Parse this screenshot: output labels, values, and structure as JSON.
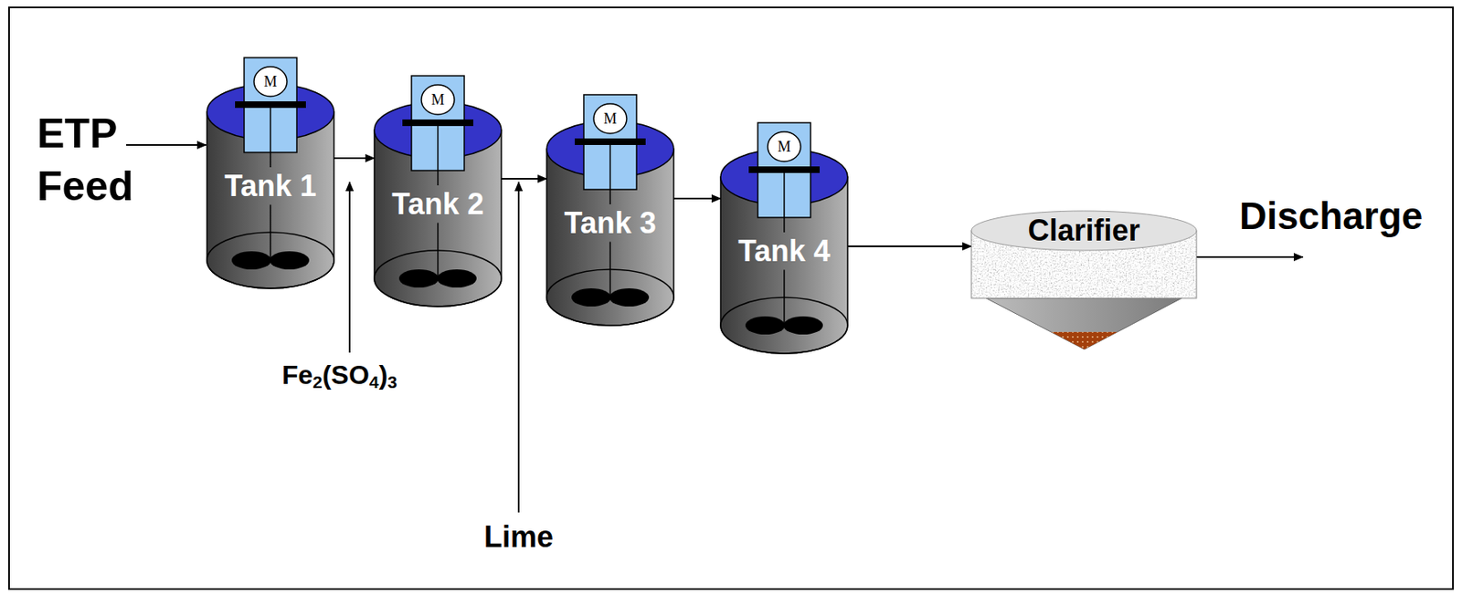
{
  "diagram": {
    "nodes": [
      {
        "text": [
          "Tank 1"
        ]
      },
      {
        "text": [
          "Tank 2"
        ]
      },
      {
        "text": [
          "Tank 3"
        ]
      },
      {
        "text": [
          "Tank 4"
        ]
      },
      {
        "text": [
          "Clarifier"
        ]
      }
    ],
    "edges": [
      {
        "from": 0,
        "to": 1,
        "arrow": "to"
      },
      {
        "from": 1,
        "to": 2,
        "arrow": "to"
      },
      {
        "from": 2,
        "to": 3,
        "arrow": "to"
      },
      {
        "from": 3,
        "to": 4,
        "arrow": "to"
      }
    ],
    "labels": [
      "ETP Feed",
      "Fe2(SO4)3",
      "Lime",
      "Discharge",
      "M",
      "M",
      "M",
      "M"
    ]
  }
}
